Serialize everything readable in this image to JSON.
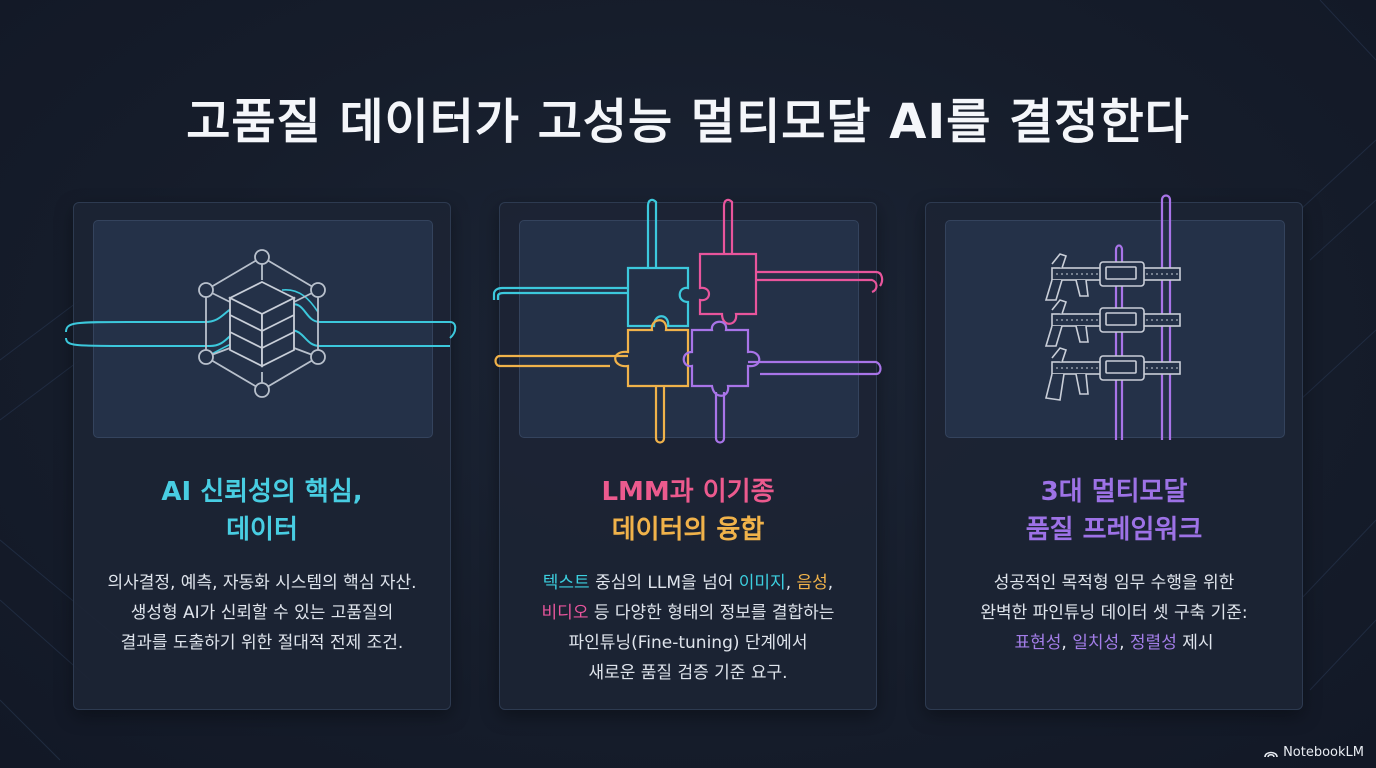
{
  "title": "고품질 데이터가 고성능 멀티모달 AI를 결정한다",
  "cards": [
    {
      "title_lines": [
        "AI 신뢰성의 핵심,",
        "데이터"
      ],
      "body_lines": [
        "의사결정, 예측, 자동화 시스템의 핵심 자산.",
        "생성형 AI가 신뢰할 수 있는 고품질의",
        "결과를 도출하기 위한 절대적 전제 조건."
      ],
      "icon": "data-cube-network-icon"
    },
    {
      "title_lines": [
        "LMM과 이기종",
        "데이터의 융합"
      ],
      "body": {
        "l1_a": "텍스트",
        "l1_b": " 중심의 LLM을 넘어 ",
        "l1_c": "이미지",
        "l1_d": ", ",
        "l1_e": "음성",
        "l1_f": ",",
        "l2_a": "비디오",
        "l2_b": " 등 다양한 형태의 정보를 결합하는",
        "l3": "파인튜닝(Fine-tuning) 단계에서",
        "l4": "새로운 품질 검증 기준 요구."
      },
      "icon": "puzzle-pieces-icon"
    },
    {
      "title_lines": [
        "3대 멀티모달",
        "품질 프레임워크"
      ],
      "body": {
        "l1": "성공적인 목적형 임무 수행을 위한",
        "l2": "완벽한 파인튜닝 데이터 셋 구축 기준:",
        "l3_a": "표현성",
        "l3_b": ", ",
        "l3_c": "일치성",
        "l3_d": ", ",
        "l3_e": "정렬성",
        "l3_f": " 제시"
      },
      "icon": "calipers-icon"
    }
  ],
  "brand": "NotebookLM",
  "colors": {
    "cyan": "#3cd0e0",
    "pink": "#e8559c",
    "yellow": "#f0b24a",
    "purple": "#a874e8",
    "background": "#161d2b"
  }
}
